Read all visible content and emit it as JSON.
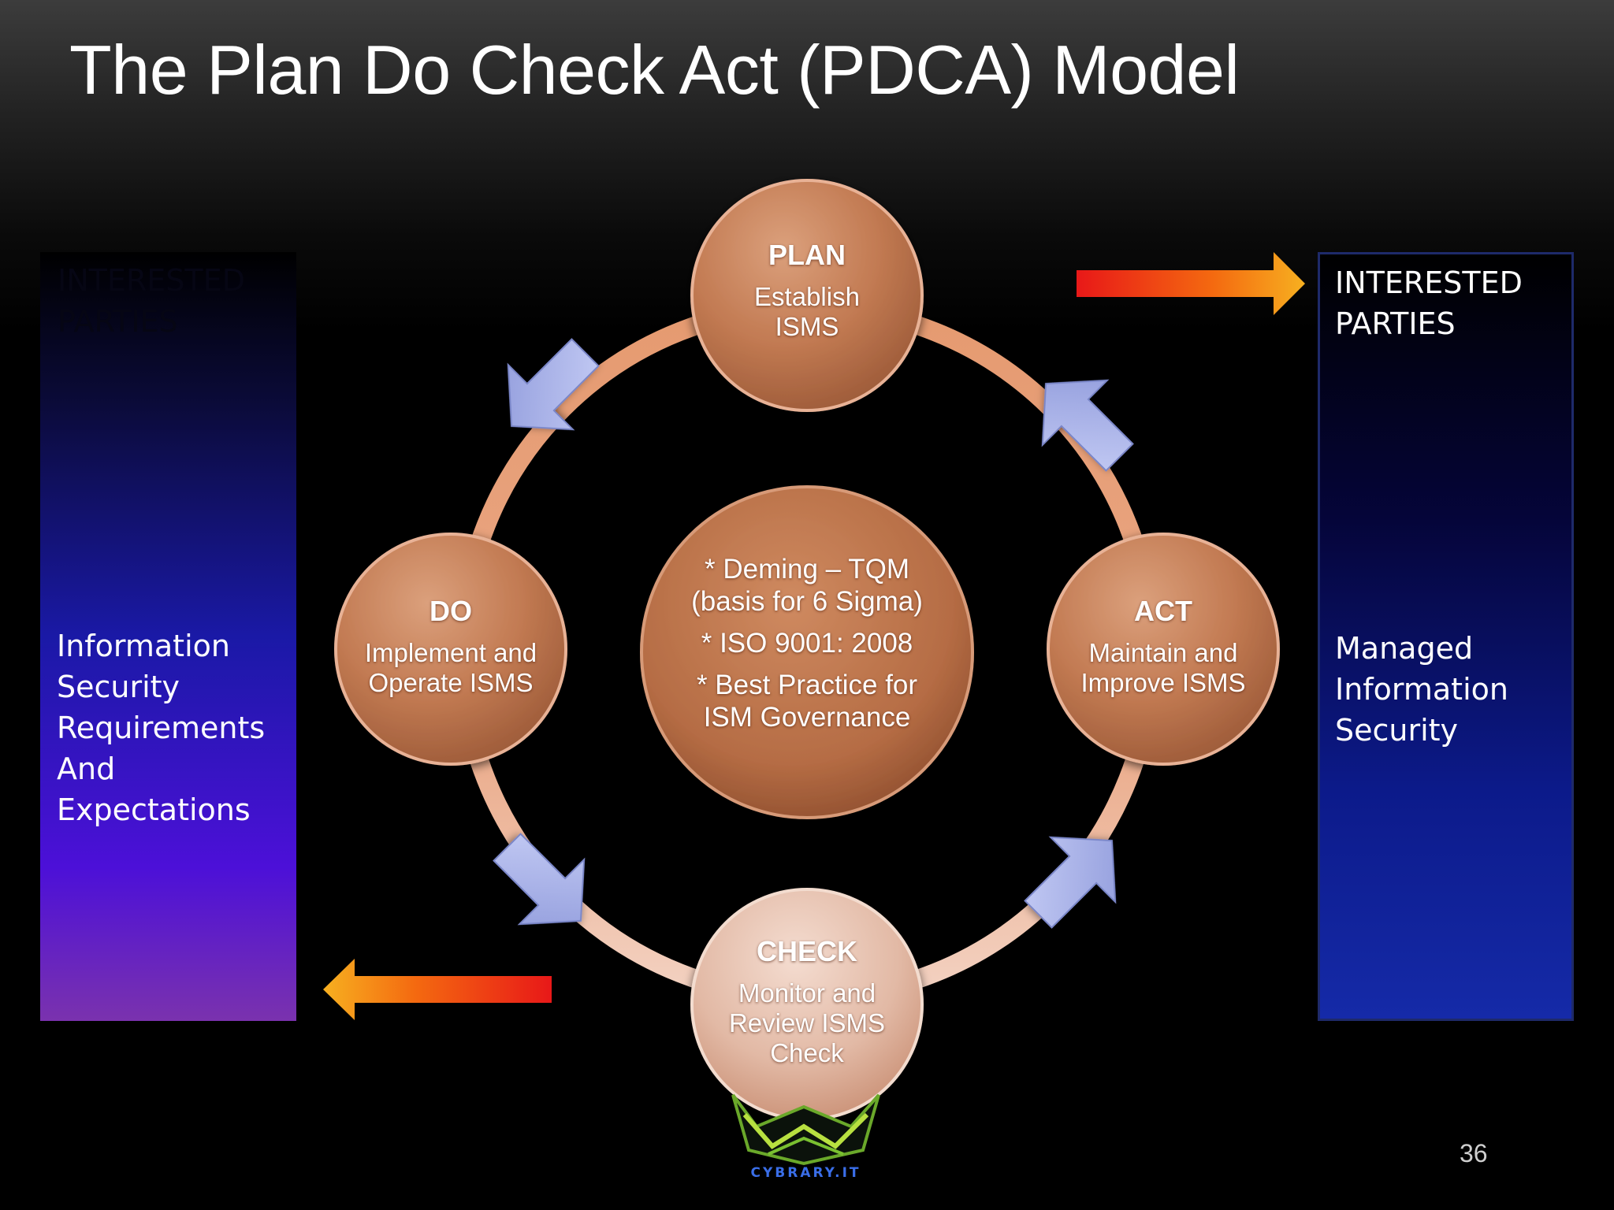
{
  "title": "The Plan Do Check Act (PDCA) Model",
  "slide_number": "36",
  "left_panel": {
    "heading": "INTERESTED\nPARTIES",
    "body": "Information\nSecurity\nRequirements\nAnd\nExpectations"
  },
  "right_panel": {
    "heading": "INTERESTED\nPARTIES",
    "body": "Managed\nInformation\nSecurity"
  },
  "nodes": {
    "plan": {
      "label": "PLAN",
      "sub": "Establish\nISMS"
    },
    "do": {
      "label": "DO",
      "sub": "Implement and\nOperate ISMS"
    },
    "act": {
      "label": "ACT",
      "sub": "Maintain and\nImprove ISMS"
    },
    "check": {
      "label": "CHECK",
      "sub": "Monitor and\nReview ISMS\nCheck"
    }
  },
  "center": {
    "line1": "* Deming – TQM\n(basis for 6 Sigma)",
    "line2": "* ISO 9001: 2008",
    "line3": "* Best Practice for\nISM Governance"
  },
  "logo": {
    "text": "CYBRARY.IT"
  },
  "colors": {
    "node_fill": "#c9825a",
    "ring": "#e8a07a",
    "cycle_arrow": "#a9b4ee",
    "flow_arrow_tip": "#f08a10",
    "flow_arrow_tail": "#e81818"
  }
}
